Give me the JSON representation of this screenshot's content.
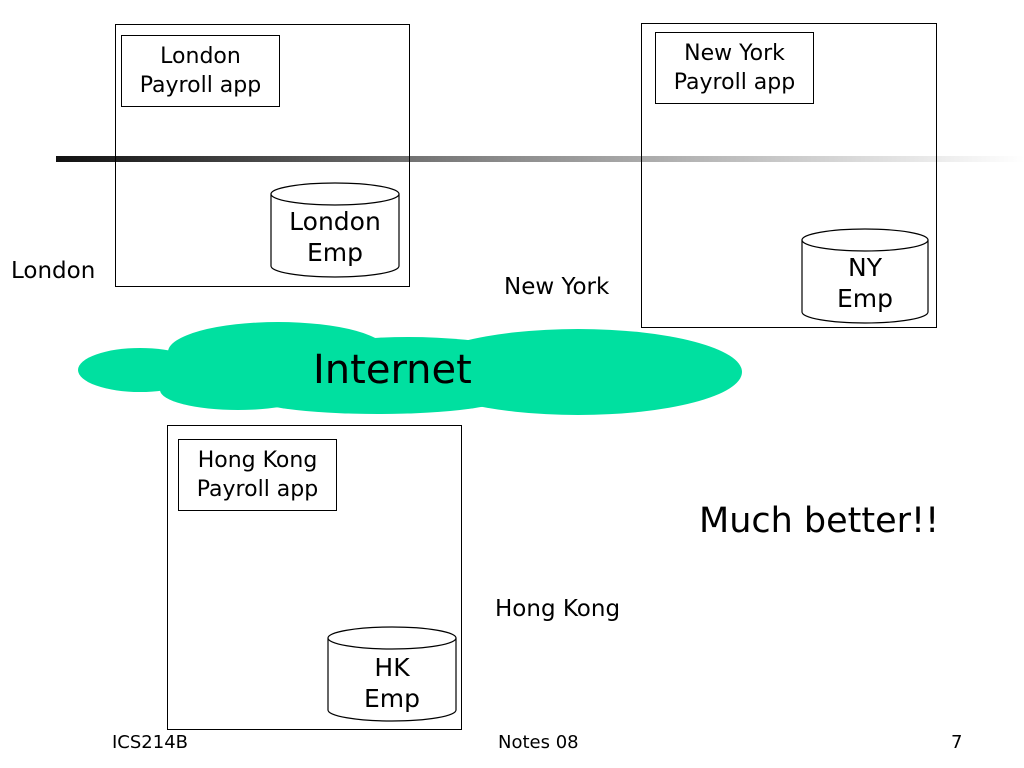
{
  "sites": {
    "london": {
      "label": "London",
      "app_line1": "London",
      "app_line2": "Payroll app",
      "db_line1": "London",
      "db_line2": "Emp"
    },
    "newyork": {
      "label": "New York",
      "app_line1": "New York",
      "app_line2": "Payroll app",
      "db_line1": "NY",
      "db_line2": "Emp"
    },
    "hongkong": {
      "label": "Hong Kong",
      "app_line1": "Hong Kong",
      "app_line2": "Payroll app",
      "db_line1": "HK",
      "db_line2": "Emp"
    }
  },
  "network": {
    "label": "Internet",
    "fill_color": "#00e0a0"
  },
  "remark": "Much better!!",
  "footer": {
    "course": "ICS214B",
    "notes": "Notes 08",
    "page": "7"
  }
}
